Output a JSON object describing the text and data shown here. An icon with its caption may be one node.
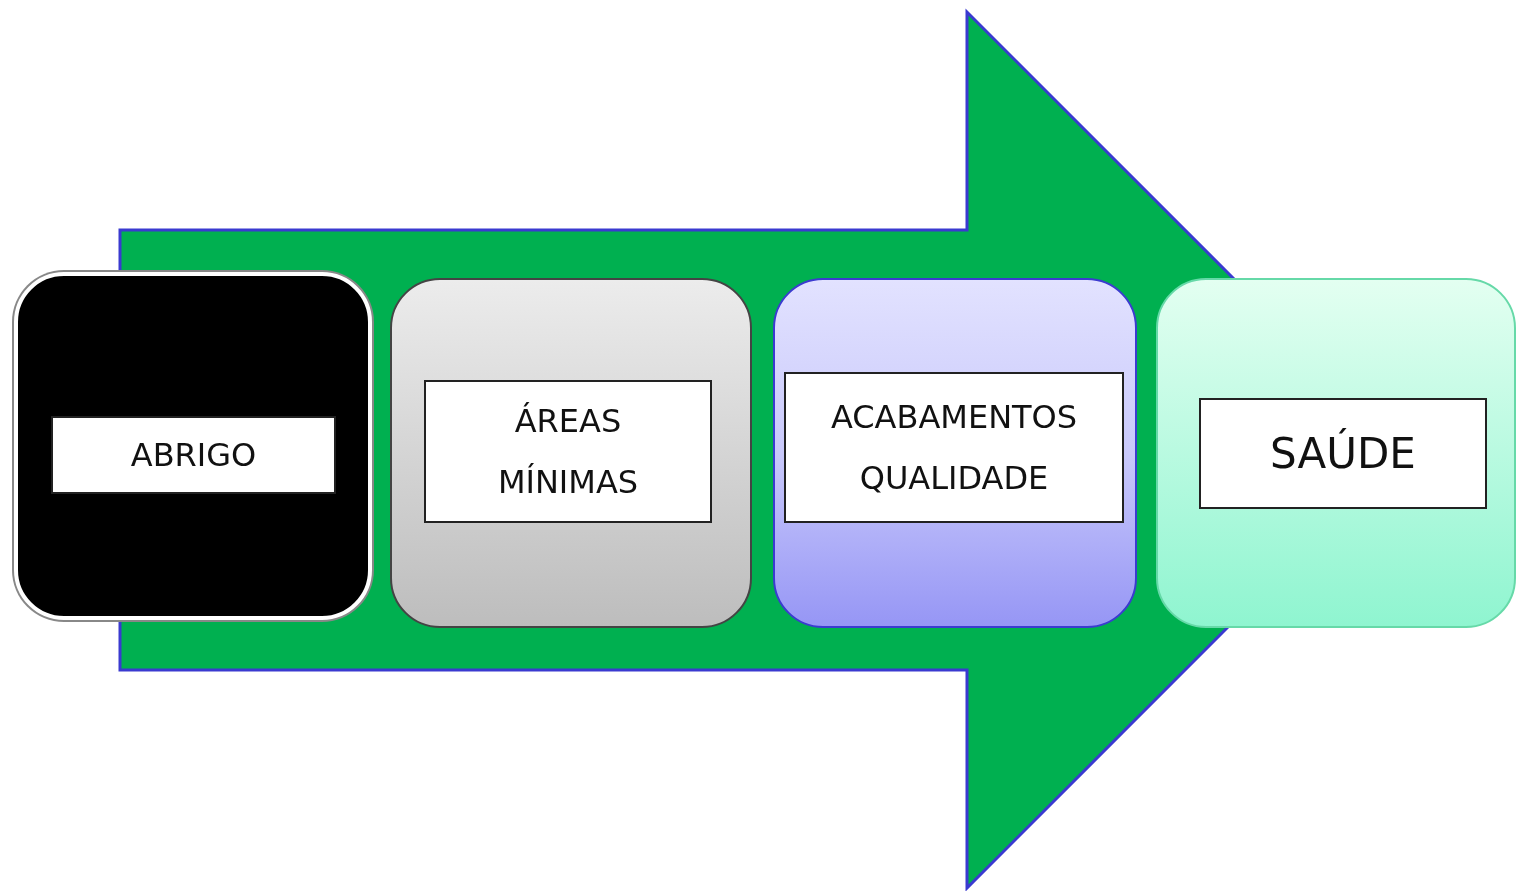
{
  "diagram": {
    "nodes": [
      {
        "text": [],
        "shape": "box"
      },
      {
        "text": [
          "ABRIGO"
        ],
        "in": 0
      },
      {
        "text": [],
        "shape": "box"
      },
      {
        "text": [
          "ÁREAS MÍNIMAS"
        ],
        "in": 2
      },
      {
        "text": [],
        "shape": "box"
      },
      {
        "text": [
          "ACABAMENTOS QUALIDADE"
        ],
        "in": 4
      },
      {
        "text": [],
        "shape": "box"
      },
      {
        "text": [
          "SAÚDE"
        ],
        "in": 6
      }
    ],
    "edges": [
      {
        "from": 0,
        "to": 6,
        "arrow": "to"
      }
    ]
  }
}
